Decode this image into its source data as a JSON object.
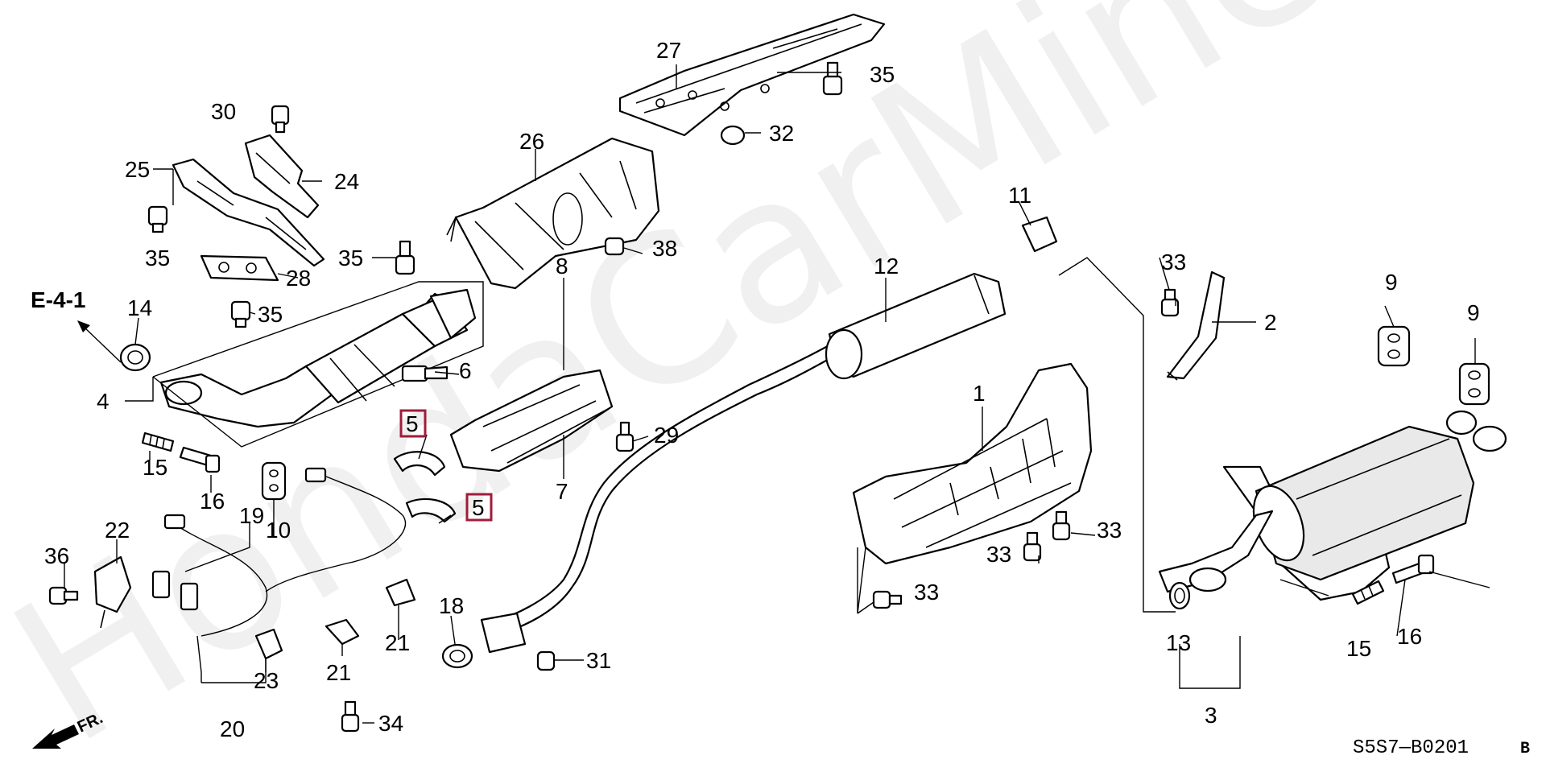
{
  "watermark": "HondaCarMine.ru",
  "reference_label": "E-4-1",
  "front_label": "FR.",
  "diagram_code": "S5S7—B0201",
  "revision_mark": "B",
  "highlight_color": "#a01c3a",
  "callouts": {
    "c1": "1",
    "c2": "2",
    "c3": "3",
    "c4": "4",
    "c5a": "5",
    "c5b": "5",
    "c6": "6",
    "c7": "7",
    "c8": "8",
    "c9a": "9",
    "c9b": "9",
    "c10": "10",
    "c11": "11",
    "c12": "12",
    "c13": "13",
    "c14": "14",
    "c15a": "15",
    "c15b": "15",
    "c16a": "16",
    "c16b": "16",
    "c18": "18",
    "c19": "19",
    "c20": "20",
    "c21a": "21",
    "c21b": "21",
    "c22": "22",
    "c23": "23",
    "c24": "24",
    "c25": "25",
    "c26": "26",
    "c27": "27",
    "c28": "28",
    "c29": "29",
    "c30": "30",
    "c31": "31",
    "c32": "32",
    "c33a": "33",
    "c33b": "33",
    "c33c": "33",
    "c33d": "33",
    "c34": "34",
    "c35a": "35",
    "c35b": "35",
    "c35c": "35",
    "c35d": "35",
    "c36": "36",
    "c38": "38"
  },
  "highlighted_callouts": [
    "c5a",
    "c5b"
  ]
}
